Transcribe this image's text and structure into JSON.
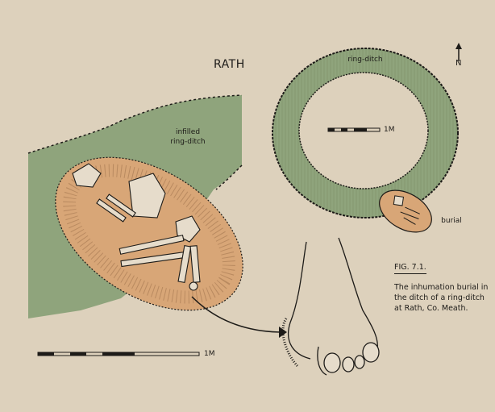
{
  "title": "RATH",
  "labels": {
    "infilled": "infilled\nring-ditch",
    "infilled_line1": "infilled",
    "infilled_line2": "ring-ditch",
    "ring_ditch": "ring-ditch",
    "burial": "burial",
    "north": "N",
    "scale_small": "1M",
    "scale_large": "1M"
  },
  "caption": {
    "figure": "FIG. 7.1.",
    "text": "The inhumation burial in the ditch of a ring-ditch at Rath, Co. Meath."
  },
  "colors": {
    "background": "#ddd1bc",
    "ditch": "#8fa47c",
    "burial": "#d8a677",
    "ink": "#1d1b18",
    "bone": "#e6dccb"
  }
}
